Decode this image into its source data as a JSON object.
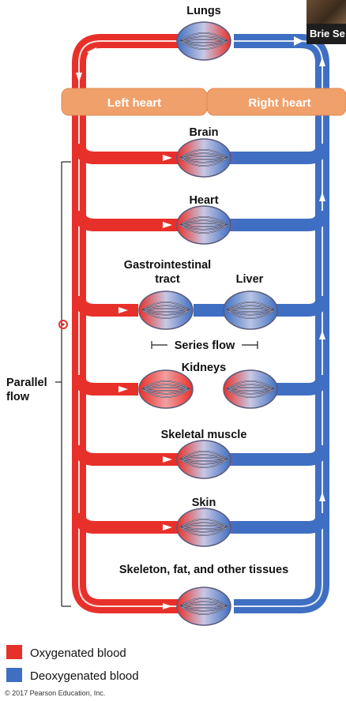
{
  "labels": {
    "lungs": "Lungs",
    "left_heart": "Left heart",
    "right_heart": "Right heart",
    "brain": "Brain",
    "heart": "Heart",
    "gi_line1": "Gastrointestinal",
    "gi_line2": "tract",
    "liver": "Liver",
    "series_flow": "Series flow",
    "kidneys": "Kidneys",
    "skeletal_muscle": "Skeletal muscle",
    "skin": "Skin",
    "skeleton": "Skeleton, fat, and other tissues",
    "parallel_line1": "Parallel",
    "parallel_line2": "flow"
  },
  "legend": {
    "oxygenated": "Oxygenated blood",
    "deoxygenated": "Deoxygenated blood"
  },
  "copyright": "© 2017 Pearson Education, Inc.",
  "overlay": {
    "participant_name": "Brie Se"
  },
  "colors": {
    "oxygenated": "#e8302a",
    "deoxygenated": "#3f6fc2",
    "heart_box": "#f0a06a"
  }
}
